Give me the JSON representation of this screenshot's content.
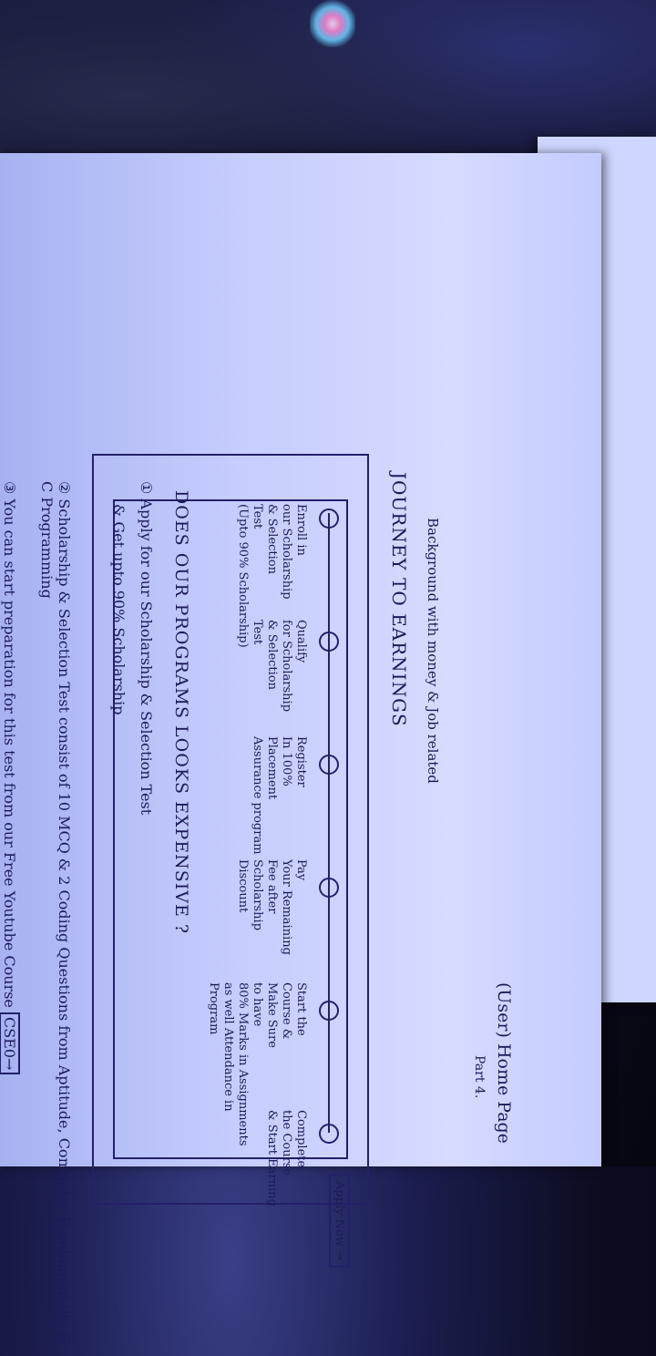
{
  "title": "(User) Home Page",
  "subtitle": "Part 4.",
  "note": "Background with money & Job related",
  "section": "JOURNEY TO EARNINGS",
  "steps": [
    {
      "text": "Enroll in\nour Scholarship\n& Selection\nTest\n(Upto 90% Scholarship)"
    },
    {
      "text": "Qualify\nfor Scholarship\n& Selection\nTest"
    },
    {
      "text": "Register\nIn 100%\nPlacement\nAssurance program"
    },
    {
      "text": "Pay\nYour Remaining\nFee after\nScholarship\nDiscount"
    },
    {
      "text": "Start the\nCourse &\nMake Sure\nto have\n80% Marks in Assignments\nas well Attendance in\nProgram"
    },
    {
      "text": "Complete\nthe Course\n& Start Earning"
    }
  ],
  "apply_button": "Apply Now →",
  "question": "DOES OUR PROGRAMS LOOKS EXPENSIVE ?",
  "points": [
    "① Apply for our Scholarship & Selection Test",
    "& Get upto 90% Scholarship",
    "② Scholarship & Selection Test consist of 10 MCQ & 2 Coding Questions from Aptitude, Computer Fundamentals, & C Programming",
    "③ You can start preparation for this test from our Free Youtube Course"
  ],
  "course_code": "CSE0→"
}
